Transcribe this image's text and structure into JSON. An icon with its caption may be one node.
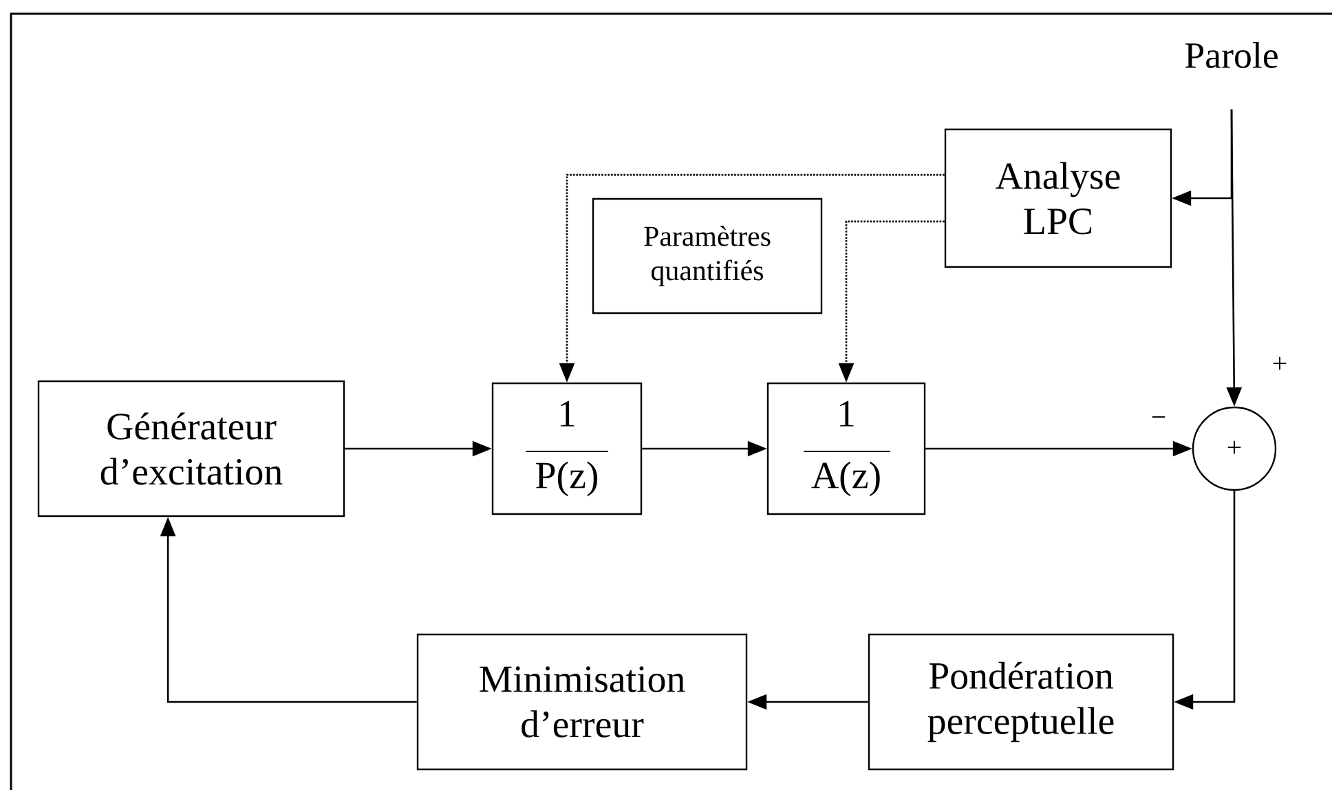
{
  "diagram": {
    "nodes": [
      {
        "text": [
          "Parole"
        ]
      },
      {
        "text": [
          "Analyse LPC"
        ]
      },
      {
        "text": [
          "Paramètres quantifiés"
        ]
      },
      {
        "text": [
          "Générateur d’excitation"
        ]
      },
      {
        "text": [
          "1",
          "P(z)"
        ]
      },
      {
        "text": [
          "1",
          "A(z)"
        ]
      },
      {
        "text": [
          "+"
        ]
      },
      {
        "text": [
          "Pondération perceptuelle"
        ]
      },
      {
        "text": [
          "Minimisation d’erreur"
        ]
      }
    ],
    "edges": [
      {
        "from": 0,
        "to": 1,
        "arrow": "to"
      },
      {
        "from": 0,
        "to": 6,
        "arrow": "to",
        "label": "+"
      },
      {
        "from": 3,
        "to": 4,
        "arrow": "to"
      },
      {
        "from": 4,
        "to": 5,
        "arrow": "to"
      },
      {
        "from": 5,
        "to": 6,
        "arrow": "to",
        "label": "−"
      },
      {
        "from": 6,
        "to": 7,
        "arrow": "to"
      },
      {
        "from": 7,
        "to": 8,
        "arrow": "to"
      },
      {
        "from": 8,
        "to": 3,
        "arrow": "to"
      },
      {
        "from": 1,
        "to": 4,
        "arrow": "to",
        "style": "dashed"
      },
      {
        "from": 1,
        "to": 5,
        "arrow": "to",
        "style": "dashed"
      }
    ]
  }
}
